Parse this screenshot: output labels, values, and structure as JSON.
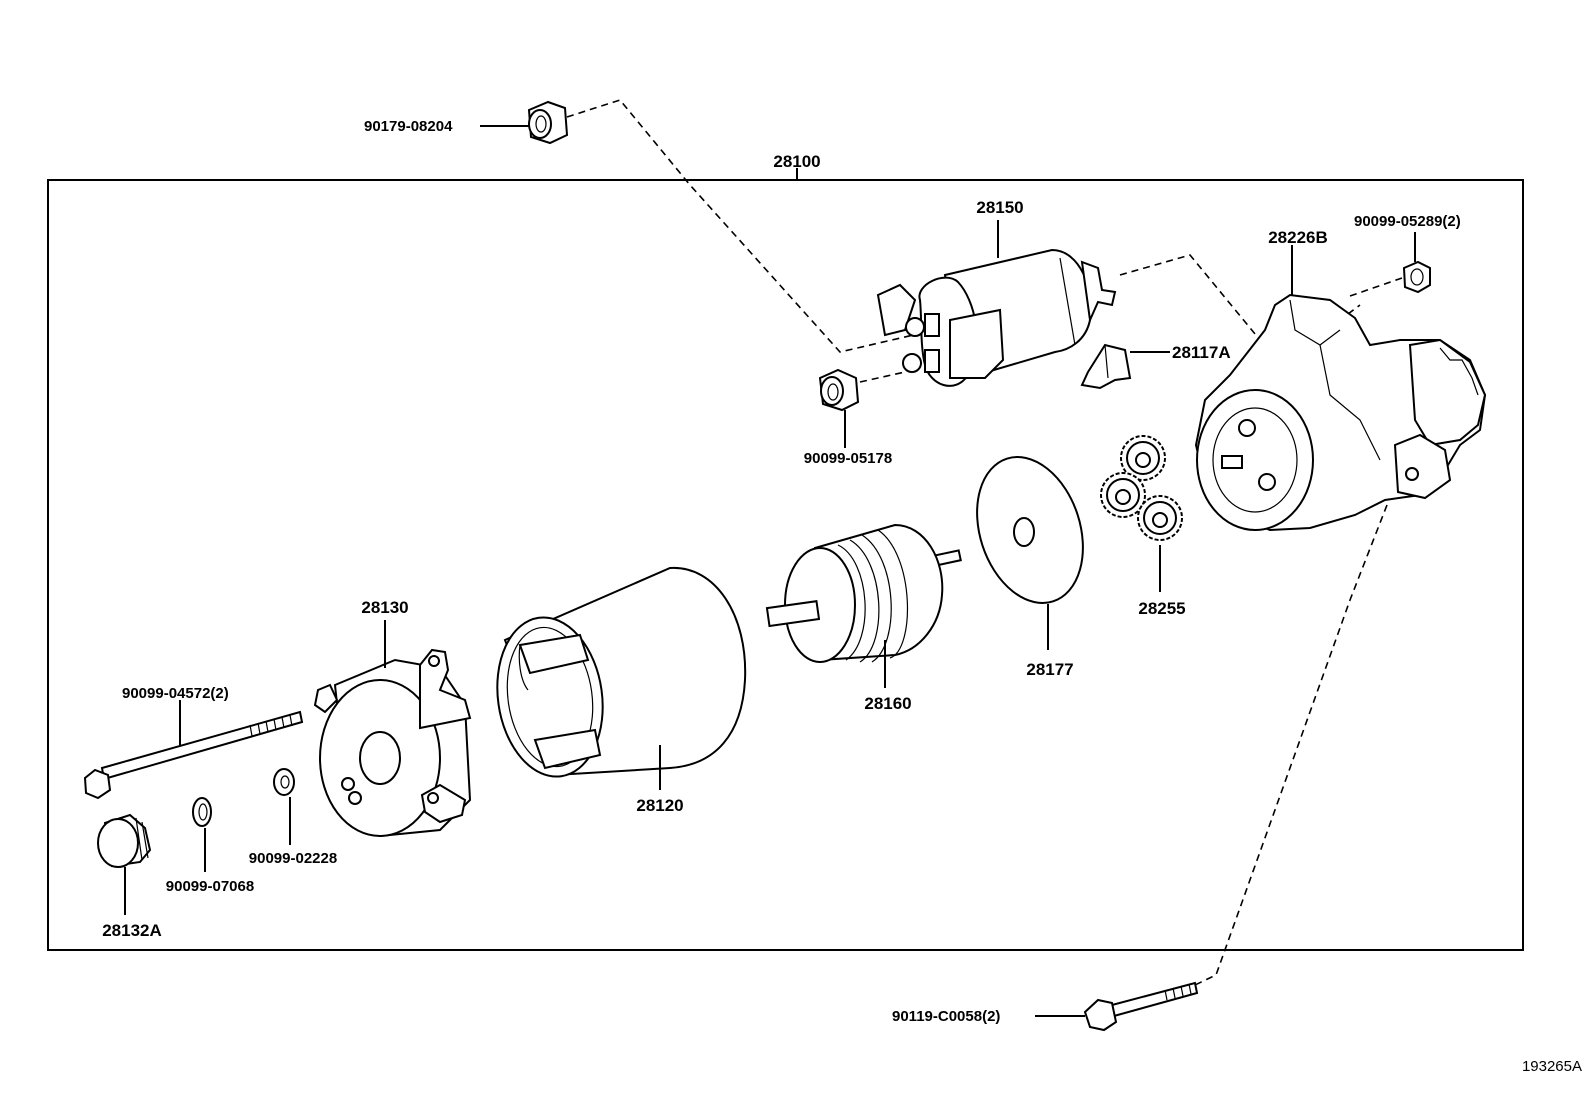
{
  "assembly_number": "28100",
  "figure_code": "193265A",
  "parts": {
    "p90179_08204": "90179-08204",
    "p28150": "28150",
    "p90099_05289": "90099-05289(2)",
    "p28226B": "28226B",
    "p28117A": "28117A",
    "p90099_05178": "90099-05178",
    "p28255": "28255",
    "p28177": "28177",
    "p28160": "28160",
    "p28130": "28130",
    "p28120": "28120",
    "p90099_04572": "90099-04572(2)",
    "p90099_02228": "90099-02228",
    "p90099_07068": "90099-07068",
    "p28132A": "28132A",
    "p90119_C0058": "90119-C0058(2)"
  },
  "icons": {
    "nut": "nut-icon",
    "solenoid": "solenoid-icon",
    "housing": "drive-housing-icon",
    "gear": "planetary-gear-icon",
    "plate": "plate-icon",
    "armature": "armature-icon",
    "yoke": "yoke-icon",
    "brush_holder": "end-frame-icon",
    "bolt": "through-bolt-icon",
    "cap": "cap-icon"
  }
}
